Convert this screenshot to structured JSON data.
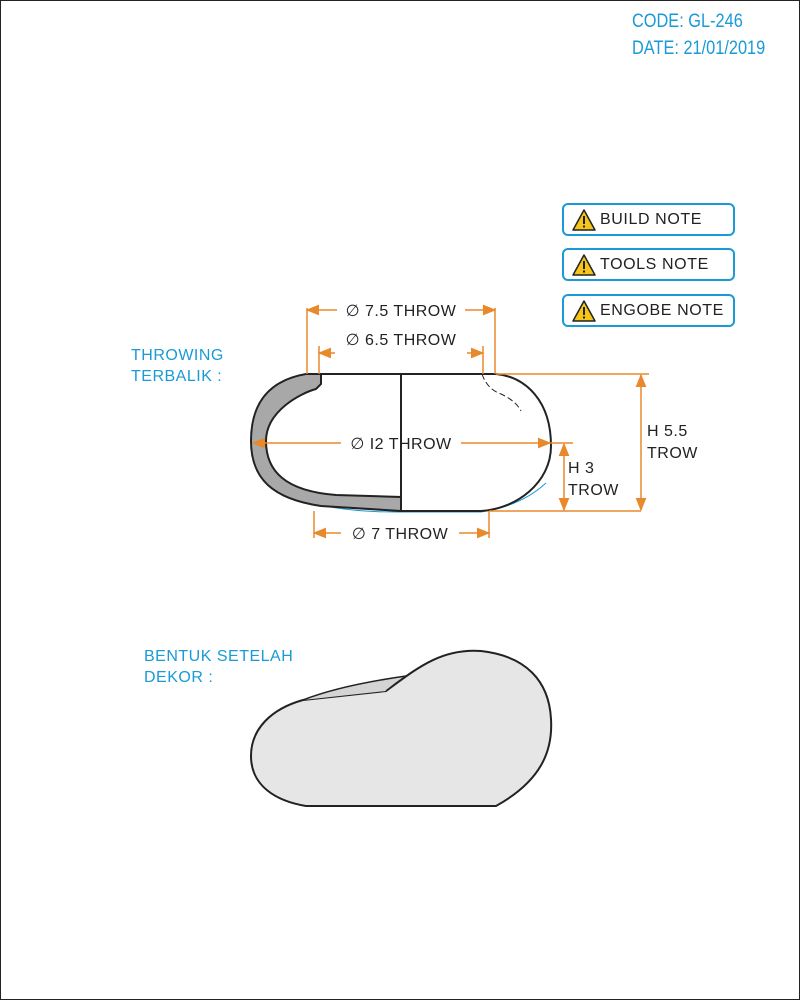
{
  "header": {
    "code": "CODE: GL-246",
    "date": "DATE: 21/01/2019"
  },
  "notes": [
    {
      "label": "BUILD NOTE",
      "icon": "warning-icon"
    },
    {
      "label": "TOOLS NOTE",
      "icon": "warning-icon"
    },
    {
      "label": "ENGOBE NOTE",
      "icon": "warning-icon"
    }
  ],
  "throwing": {
    "label_line1": "THROWING",
    "label_line2": "TERBALIK :",
    "dim_top_outer": "∅ 7.5 THROW",
    "dim_top_inner": "∅ 6.5 THROW",
    "dim_width": "∅ I2 THROW",
    "dim_bottom": "∅ 7 THROW",
    "dim_h_small_1": "H 3",
    "dim_h_small_2": "TROW",
    "dim_h_total_1": "H 5.5",
    "dim_h_total_2": "TROW"
  },
  "decor": {
    "label_line1": "BENTUK SETELAH",
    "label_line2": "DEKOR :"
  },
  "colors": {
    "accent_text": "#1a9ad6",
    "dimension": "#e8892b",
    "outline": "#222222",
    "section_fill": "#a8a8a8",
    "decor_fill": "#e6e6e6"
  }
}
